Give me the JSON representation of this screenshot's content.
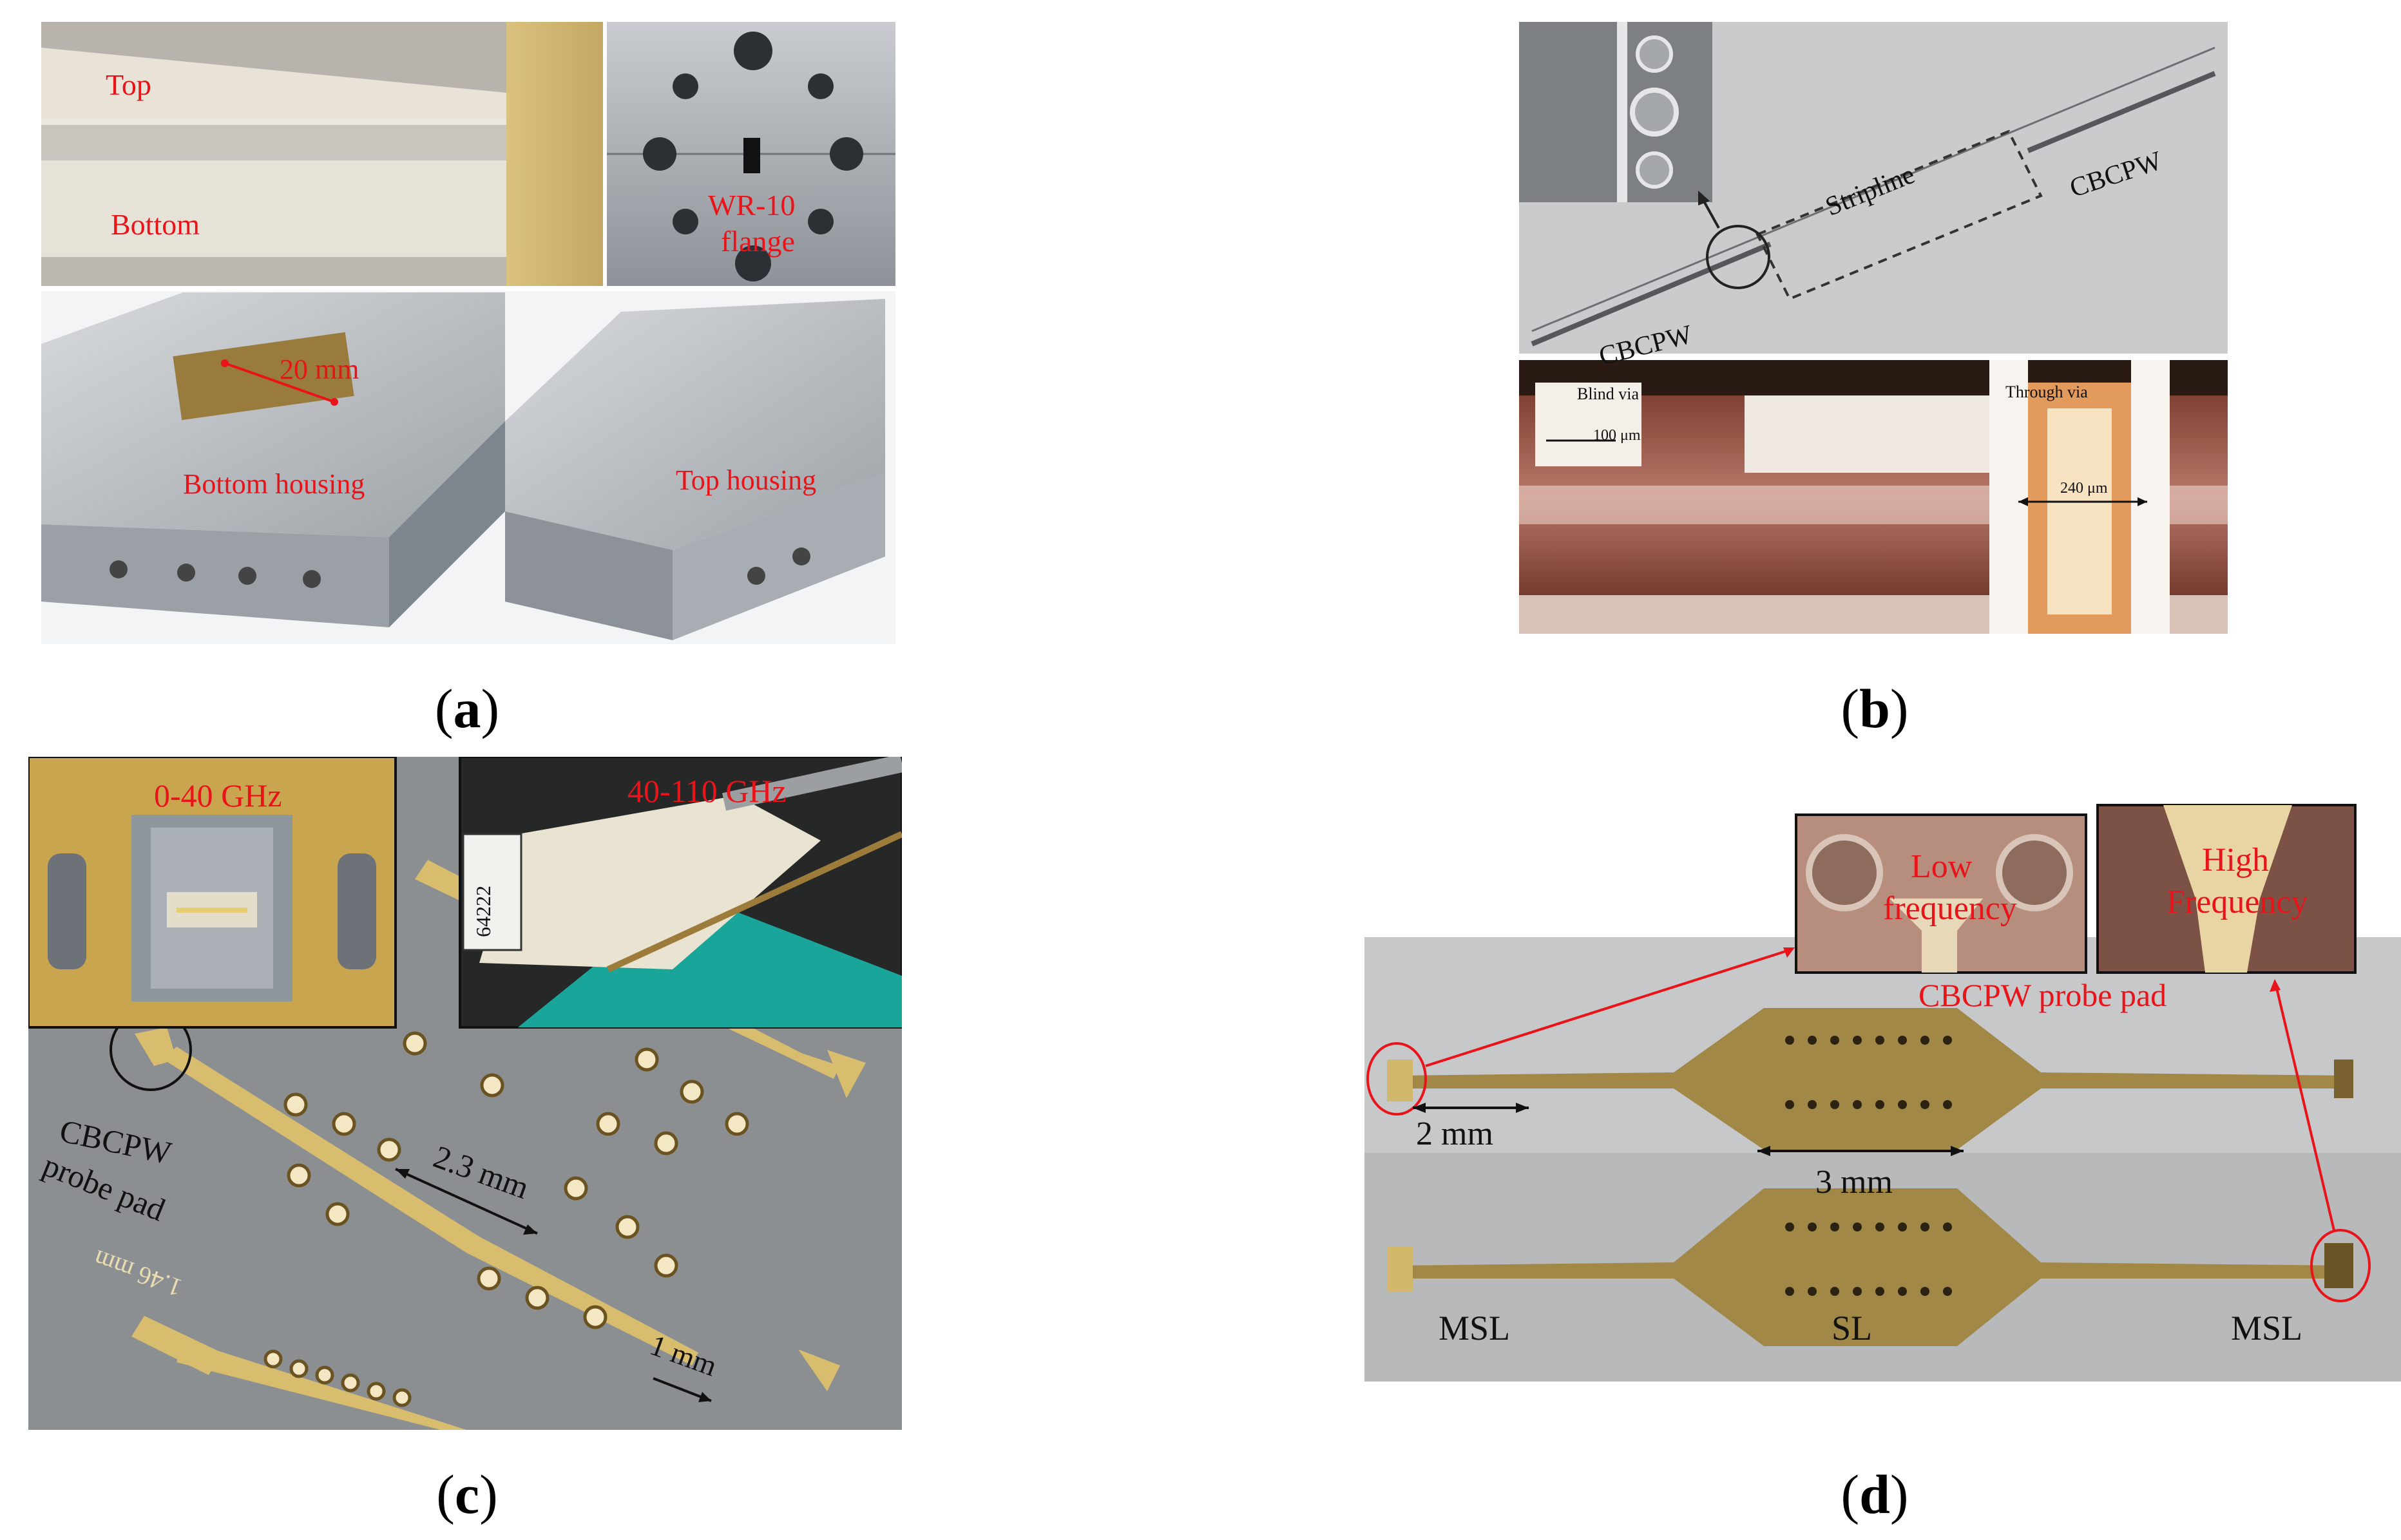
{
  "captions": {
    "a": "a",
    "b": "b",
    "c": "c",
    "d": "d"
  },
  "panel_a": {
    "top_label": "Top",
    "bottom_label": "Bottom",
    "flange_label_1": "WR-10",
    "flange_label_2": "flange",
    "dimension_label": "20 mm",
    "bottom_housing_label": "Bottom housing",
    "top_housing_label": "Top housing"
  },
  "panel_b": {
    "stripline_label": "Stripline",
    "cbcpw_right_label": "CBCPW",
    "cbcpw_left_label": "CBCPW",
    "blind_via_label": "Blind via",
    "blind_via_dim": "100 μm",
    "through_via_label": "Through via",
    "through_via_dim": "240 μm"
  },
  "panel_c": {
    "inset_left_label": "0-40 GHz",
    "inset_right_label": "40-110 GHz",
    "inset_right_tag": "64222",
    "pad_label_1": "CBCPW",
    "pad_label_2": "probe pad",
    "dim_long": "2.3 mm",
    "dim_short": "1 mm",
    "dim_side": "1.46 mm"
  },
  "panel_d": {
    "low_freq_1": "Low",
    "low_freq_2": "frequency",
    "high_freq_1": "High",
    "high_freq_2": "Frequency",
    "probe_pad_label": "CBCPW probe pad",
    "dim_2mm": "2 mm",
    "dim_3mm": "3 mm",
    "msl_left": "MSL",
    "sl_center": "SL",
    "msl_right": "MSL"
  },
  "colors": {
    "red_annotation": "#e8141a",
    "gold_trace": "#c9a85a",
    "aluminum": "#bfc3c8",
    "substrate_gray": "#8c8f92"
  }
}
